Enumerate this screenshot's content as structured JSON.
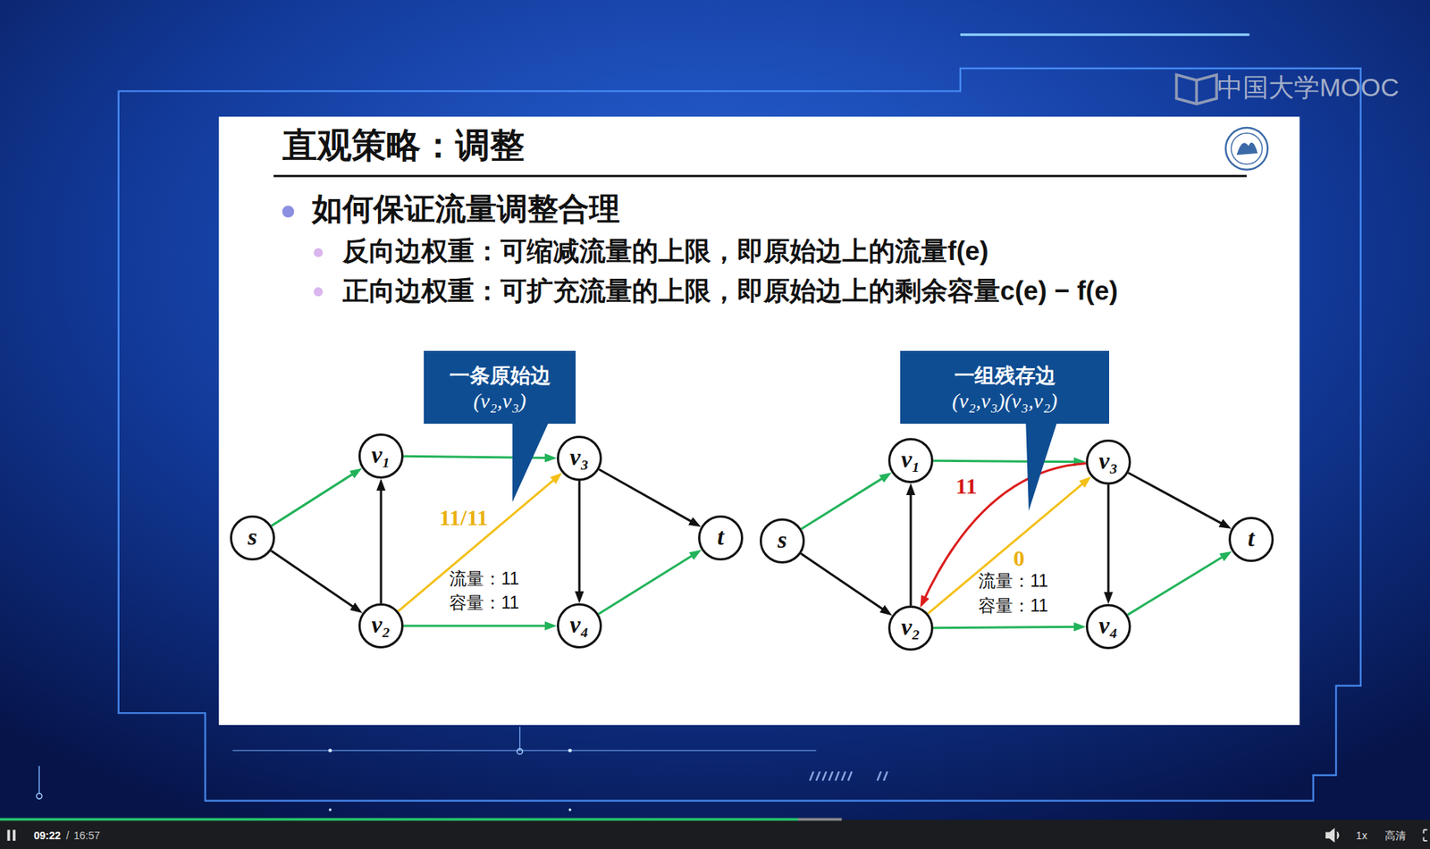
{
  "diagram": {
    "title": "直观策略：调整",
    "nodes": [
      {
        "text": [
          "一条原始边",
          "(v₂,v₃)"
        ]
      },
      {
        "text": [
          "s"
        ]
      },
      {
        "text": [
          "v₁"
        ]
      },
      {
        "text": [
          "v₂"
        ]
      },
      {
        "text": [
          "v₃"
        ]
      },
      {
        "text": [
          "v₄"
        ]
      },
      {
        "text": [
          "t"
        ]
      },
      {
        "text": [
          "一组残存边",
          "(v₂,v₃)(v₃,v₂)"
        ]
      },
      {
        "text": [
          "s"
        ]
      },
      {
        "text": [
          "v₁"
        ]
      },
      {
        "text": [
          "v₂"
        ]
      },
      {
        "text": [
          "v₃"
        ]
      },
      {
        "text": [
          "v₄"
        ]
      },
      {
        "text": [
          "t"
        ]
      }
    ],
    "edges": [
      {
        "from": 1,
        "to": 2,
        "arrow": "to"
      },
      {
        "from": 1,
        "to": 3,
        "arrow": "to"
      },
      {
        "from": 3,
        "to": 2,
        "arrow": "to"
      },
      {
        "from": 2,
        "to": 4,
        "arrow": "to"
      },
      {
        "from": 3,
        "to": 4,
        "arrow": "to",
        "label": "11/11"
      },
      {
        "from": 3,
        "to": 5,
        "arrow": "to"
      },
      {
        "from": 4,
        "to": 6,
        "arrow": "to"
      },
      {
        "from": 4,
        "to": 5,
        "arrow": "to"
      },
      {
        "from": 5,
        "to": 6,
        "arrow": "to"
      },
      {
        "from": 8,
        "to": 9,
        "arrow": "to"
      },
      {
        "from": 8,
        "to": 10,
        "arrow": "to"
      },
      {
        "from": 10,
        "to": 9,
        "arrow": "to"
      },
      {
        "from": 9,
        "to": 11,
        "arrow": "to"
      },
      {
        "from": 10,
        "to": 11,
        "arrow": "to",
        "label": "0"
      },
      {
        "from": 11,
        "to": 10,
        "arrow": "to",
        "label": "11"
      },
      {
        "from": 10,
        "to": 12,
        "arrow": "to"
      },
      {
        "from": 11,
        "to": 13,
        "arrow": "to"
      },
      {
        "from": 11,
        "to": 12,
        "arrow": "to"
      },
      {
        "from": 12,
        "to": 13,
        "arrow": "to"
      }
    ],
    "labels": [
      "如何保证流量调整合理",
      "反向边权重：可缩减流量的上限，即原始边上的流量f(e)",
      "正向边权重：可扩充流量的上限，即原始边上的剩余容量c(e) − f(e)",
      "流量：11",
      "容量：11",
      "流量：11",
      "容量：11",
      "中国大学MOOC",
      "09:22",
      "/",
      "16:57",
      "1x",
      "高清"
    ]
  }
}
